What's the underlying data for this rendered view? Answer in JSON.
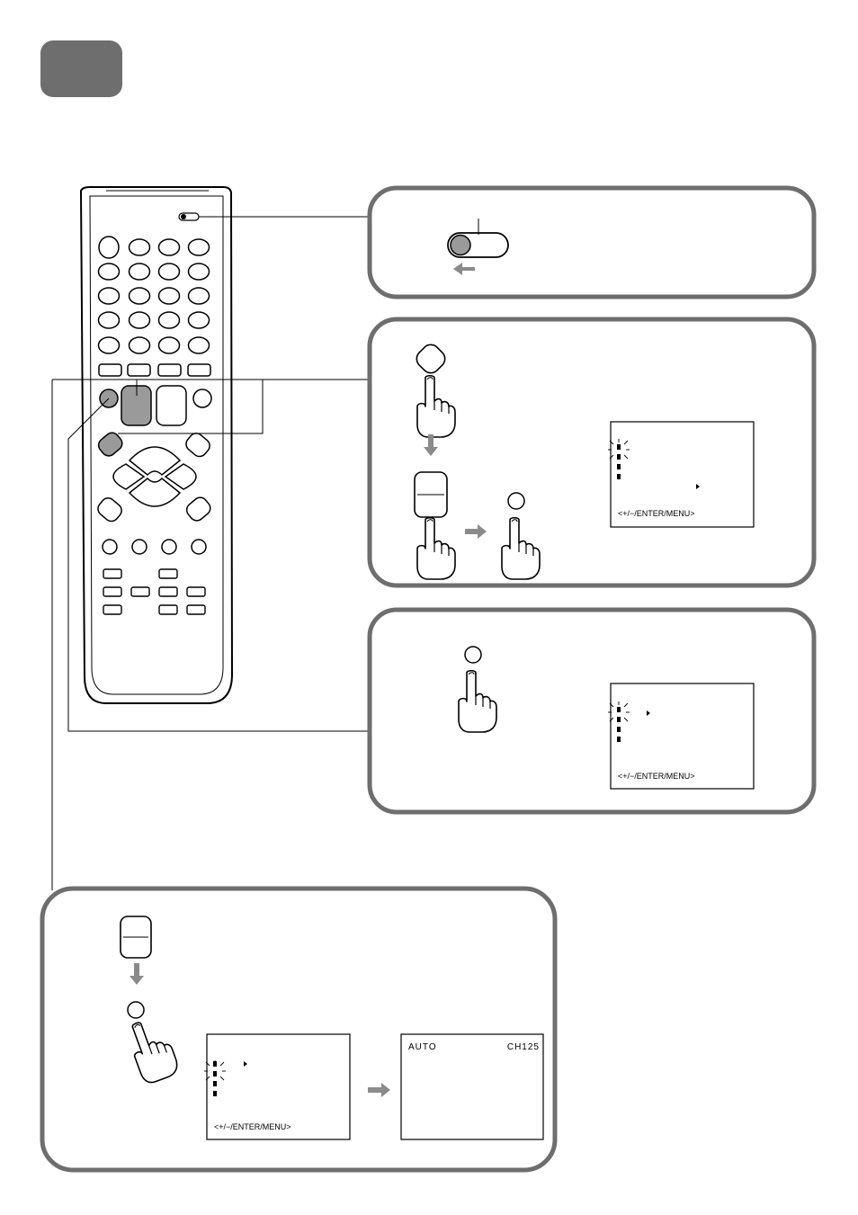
{
  "screens": {
    "step2": {
      "footer": "<+/−/ENTER/MENU>"
    },
    "step3": {
      "footer": "<+/−/ENTER/MENU>"
    },
    "step4a": {
      "footer": "<+/−/ENTER/MENU>"
    },
    "step4b": {
      "mode": "AUTO",
      "channel": "CH125"
    }
  },
  "colors": {
    "frame": "#6e6e6e",
    "highlight": "#9a9a9a",
    "badge": "#6e6e6e",
    "arrow": "#8a8a8a",
    "ink": "#000000"
  }
}
